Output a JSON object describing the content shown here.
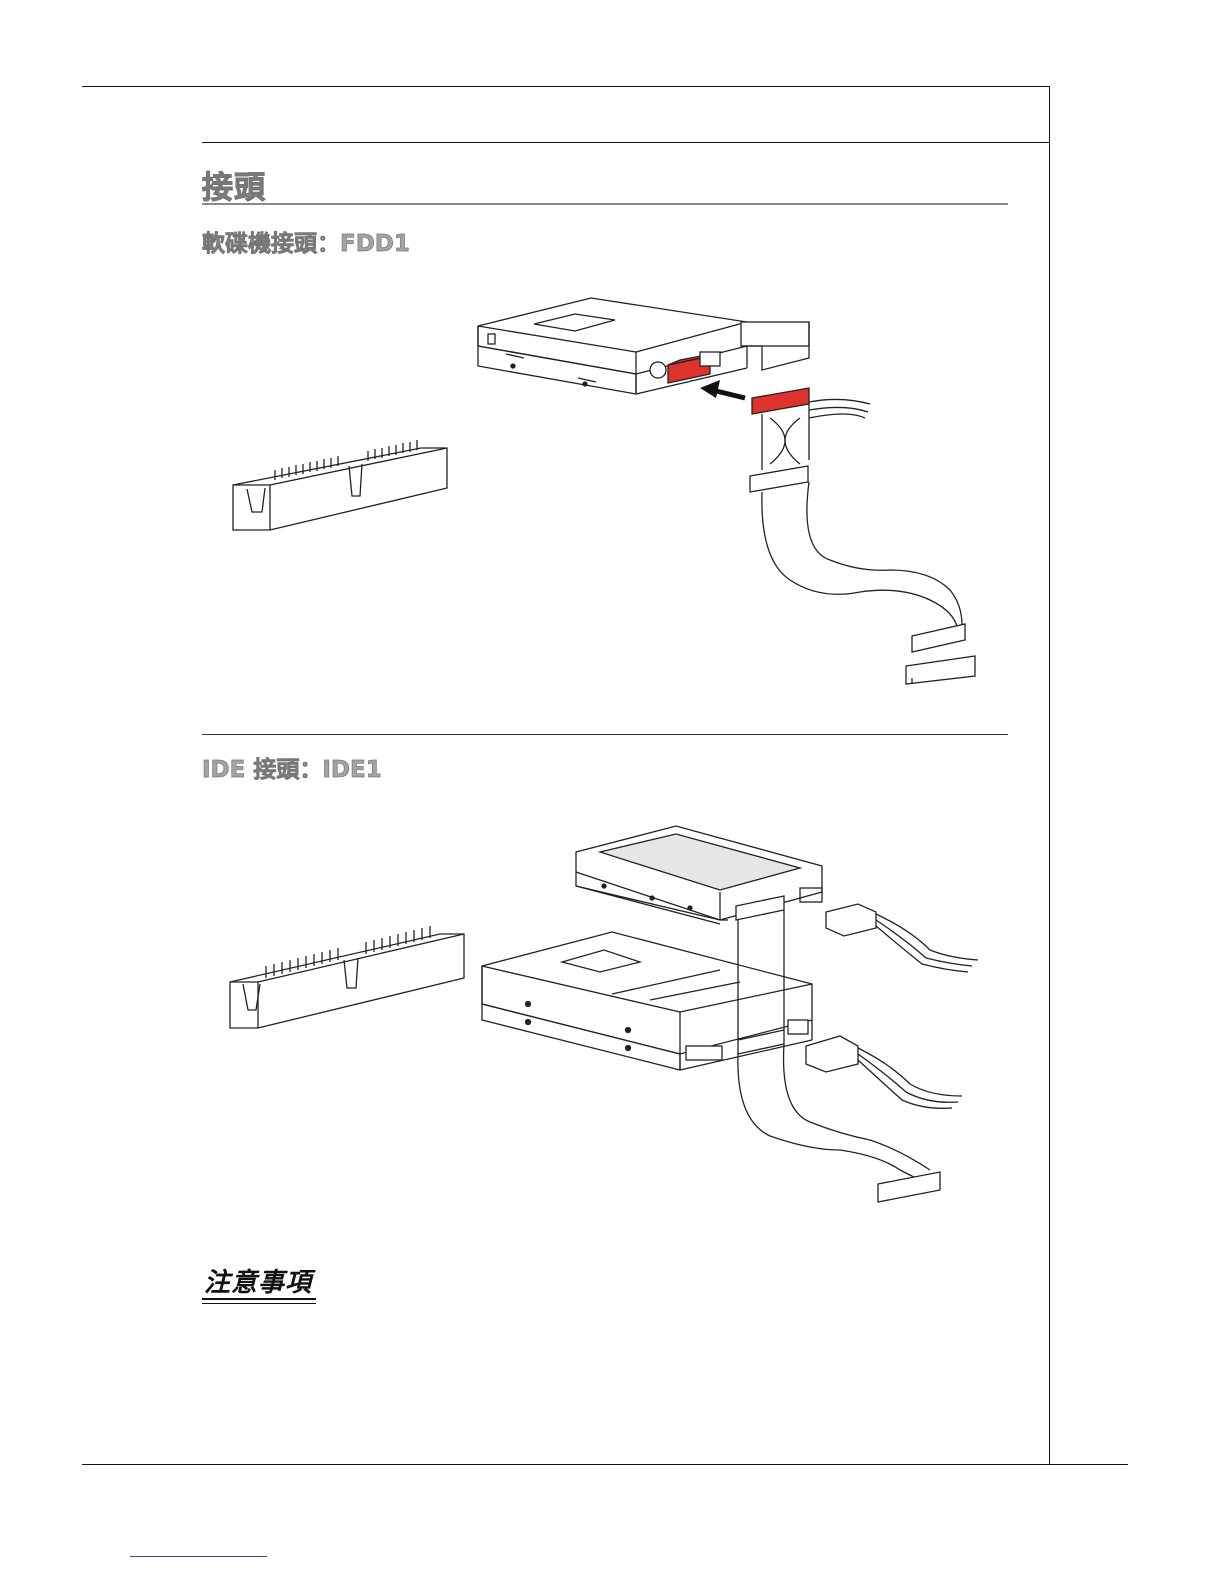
{
  "section": {
    "title": "接頭"
  },
  "fdd": {
    "title": "軟碟機接頭：FDD1"
  },
  "ide": {
    "title": "IDE 接頭：IDE1"
  },
  "note": {
    "title": "注意事項"
  },
  "colors": {
    "highlight": "#e0322c",
    "heading_gray": "#9a9a9a",
    "line": "#111111"
  }
}
